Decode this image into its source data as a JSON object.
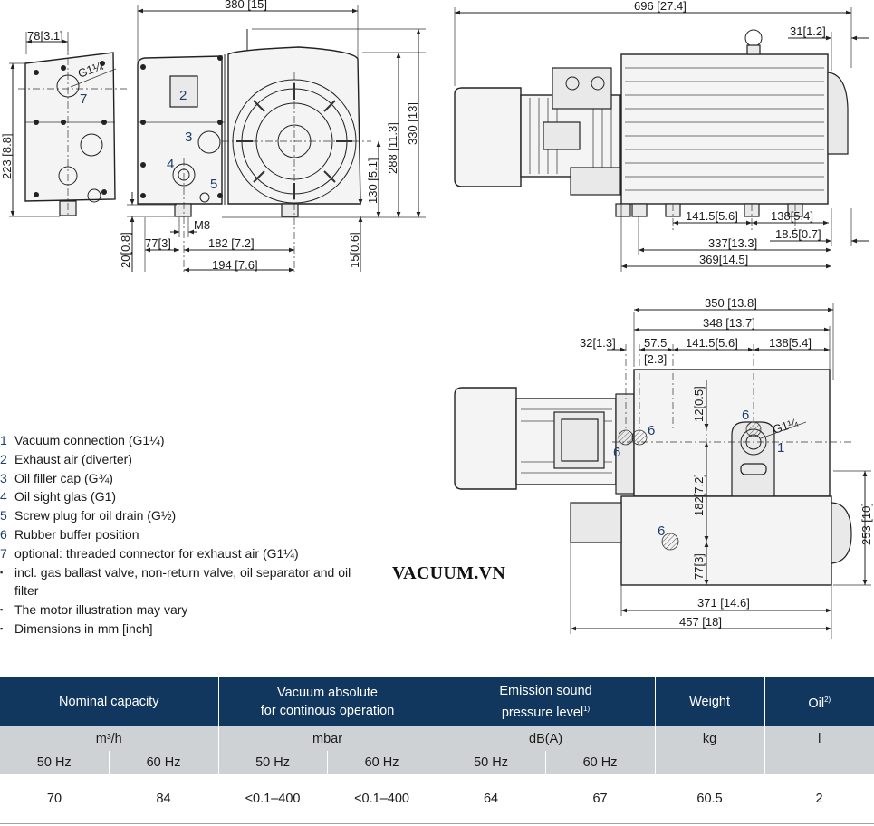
{
  "drawing": {
    "top_dims": {
      "w78": "78[3.1]",
      "w380": "380 [15]",
      "w696": "696 [27.4]",
      "w31": "31[1.2]"
    },
    "left_view": {
      "h223": "223 [8.8]",
      "g114": "G1¼",
      "tag7": "7"
    },
    "front_view": {
      "tag2": "2",
      "tag3": "3",
      "tag4": "4",
      "tag5": "5",
      "h288": "288 [11.3]",
      "h330": "330 [13]",
      "h130": "130 [5.1]",
      "h20": "20[0.8]",
      "h15": "15[0.6]",
      "m8": "M8",
      "w77": "77[3]",
      "w182": "182 [7.2]",
      "w194": "194 [7.6]"
    },
    "side_view": {
      "w141": "141.5[5.6]",
      "w138": "138[5.4]",
      "w18": "18.5[0.7]",
      "w337": "337[13.3]",
      "w369": "369[14.5]"
    },
    "top_view": {
      "w350": "350 [13.8]",
      "w348": "348 [13.7]",
      "w32": "32[1.3]",
      "w57": "57.5",
      "w57b": "[2.3]",
      "w141": "141.5[5.6]",
      "w138": "138[5.4]",
      "h12": "12[0.5]",
      "h182": "182[7.2]",
      "h77": "77[3]",
      "h253": "253 [10]",
      "w371": "371 [14.6]",
      "w457": "457 [18]",
      "tag6a": "6",
      "tag6b": "6",
      "tag6c": "6",
      "tag6d": "6",
      "tag1": "1",
      "g114": "G1¼"
    }
  },
  "legend": [
    {
      "num": "1",
      "text": "Vacuum connection (G1¼)"
    },
    {
      "num": "2",
      "text": "Exhaust air (diverter)"
    },
    {
      "num": "3",
      "text": "Oil filler cap (G¾)"
    },
    {
      "num": "4",
      "text": "Oil sight glas (G1)"
    },
    {
      "num": "5",
      "text": "Screw plug for oil drain (G½)"
    },
    {
      "num": "6",
      "text": "Rubber buffer position"
    },
    {
      "num": "7",
      "text": "optional: threaded connector for exhaust air (G1¼)"
    }
  ],
  "notes": [
    "incl. gas ballast valve, non-return valve, oil separator and oil filter",
    "The motor illustration may vary",
    "Dimensions in mm [inch]"
  ],
  "watermark": "VACUUM.VN",
  "table": {
    "headers": {
      "capacity": "Nominal capacity",
      "vacuum_l1": "Vacuum absolute",
      "vacuum_l2": "for continous operation",
      "sound_l1": "Emission sound",
      "sound_l2": "pressure level",
      "sound_sup": "1)",
      "weight": "Weight",
      "oil": "Oil",
      "oil_sup": "2)"
    },
    "units": {
      "capacity": "m³/h",
      "vacuum": "mbar",
      "sound": "dB(A)",
      "weight": "kg",
      "oil": "l"
    },
    "freq": [
      "50 Hz",
      "60 Hz",
      "50 Hz",
      "60 Hz",
      "50 Hz",
      "60 Hz"
    ],
    "values": [
      "70",
      "84",
      "<0.1–400",
      "<0.1–400",
      "64",
      "67",
      "60.5",
      "2"
    ]
  }
}
